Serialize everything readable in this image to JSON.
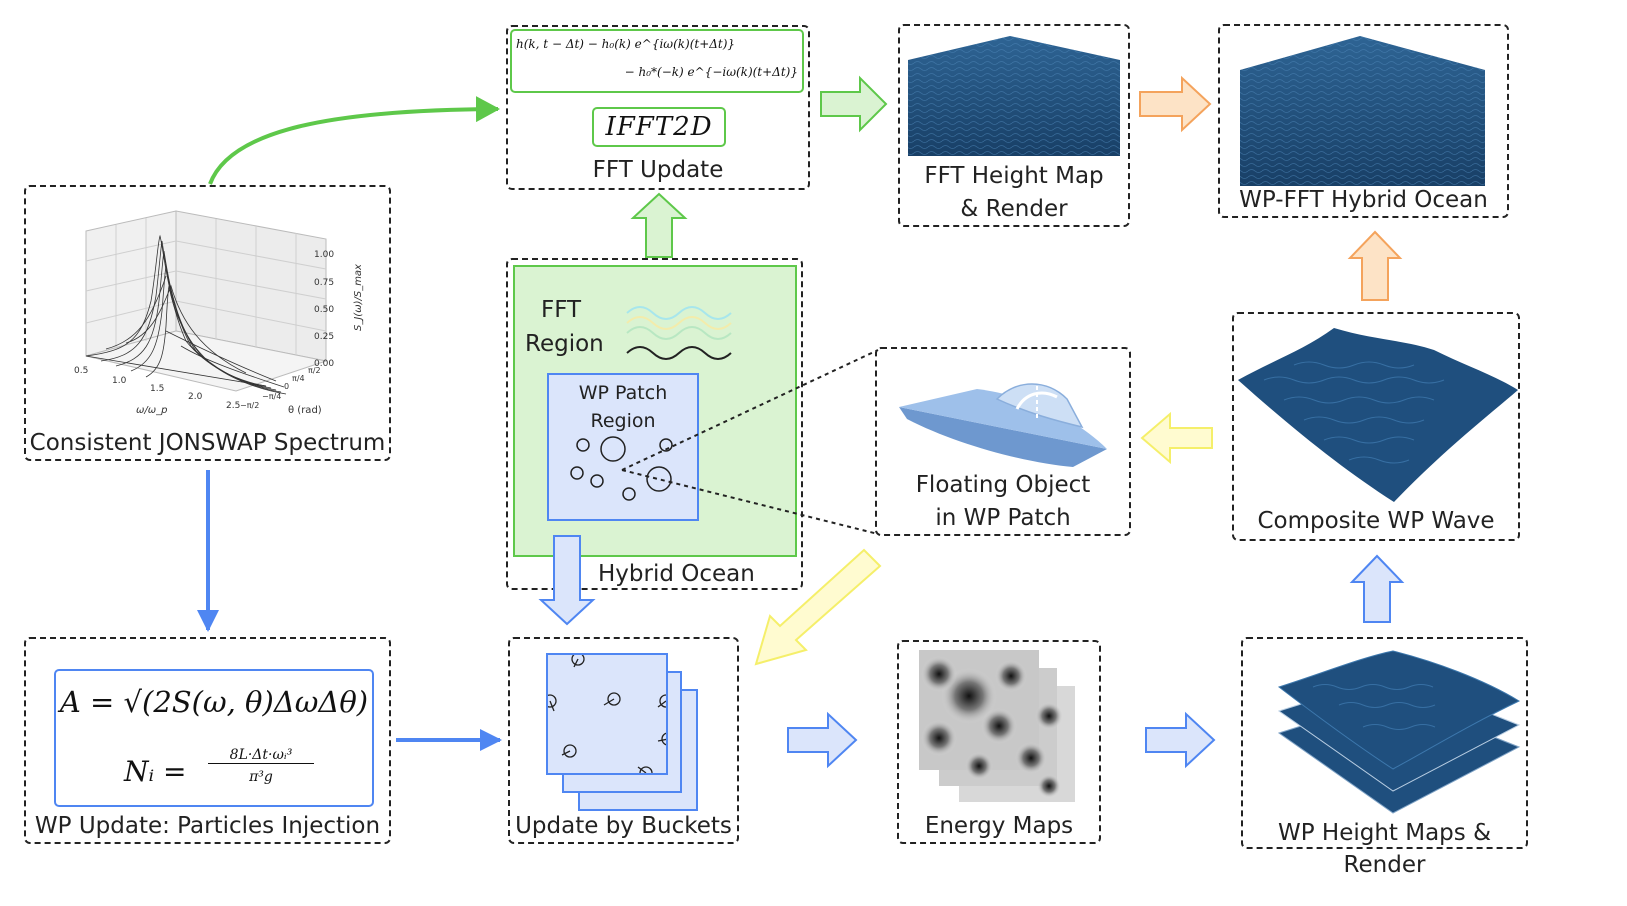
{
  "spectrum": {
    "caption": "Consistent JONSWAP Spectrum",
    "zlabel": "S_J(ω)/S_max",
    "ylabel": "θ (rad)",
    "xlabel": "ω/ω_p",
    "xticks": [
      "0.5",
      "1.0",
      "1.5",
      "2.0",
      "2.5"
    ],
    "yticks": [
      "−π/2",
      "−π/4",
      "0",
      "π/4",
      "π/2"
    ],
    "zticks": [
      "0.00",
      "0.25",
      "0.50",
      "0.75",
      "1.00"
    ]
  },
  "fft_update": {
    "caption": "FFT Update",
    "eq_line1": "h(k, t − Δt) − h₀(k) e^{iω(k)(t+Δt)}",
    "eq_line2": "− h₀*(−k) e^{−iω(k)(t+Δt)}",
    "ifft": "IFFT2D"
  },
  "fft_height": {
    "caption_line1": "FFT Height Map",
    "caption_line2": "& Render"
  },
  "hybrid_ocean_top": {
    "caption": "WP-FFT Hybrid Ocean"
  },
  "hybrid_region": {
    "caption": "Hybrid Ocean",
    "fft_label_line1": "FFT",
    "fft_label_line2": "Region",
    "wp_label_line1": "WP Patch",
    "wp_label_line2": "Region"
  },
  "floating": {
    "caption_line1": "Floating Object",
    "caption_line2": "in WP Patch"
  },
  "composite": {
    "caption": "Composite WP Wave"
  },
  "wp_update": {
    "caption": "WP Update: Particles Injection",
    "eq1": "A = √(2S(ω, θ)ΔωΔθ)",
    "eq2_lhs": "Nᵢ =",
    "eq2_num": "8L·Δt·ωᵢ³",
    "eq2_den": "π³g"
  },
  "buckets": {
    "caption": "Update by Buckets"
  },
  "energy": {
    "caption": "Energy Maps"
  },
  "wp_height": {
    "caption": "WP Height Maps & Render"
  },
  "colors": {
    "green": "#5ec84a",
    "green_fill": "#daf3d2",
    "blue": "#4f86f2",
    "blue_fill": "#dbe5fb",
    "orange": "#f4a35c",
    "yellow": "#f5ef6a",
    "ocean": "#1f4f7e"
  }
}
